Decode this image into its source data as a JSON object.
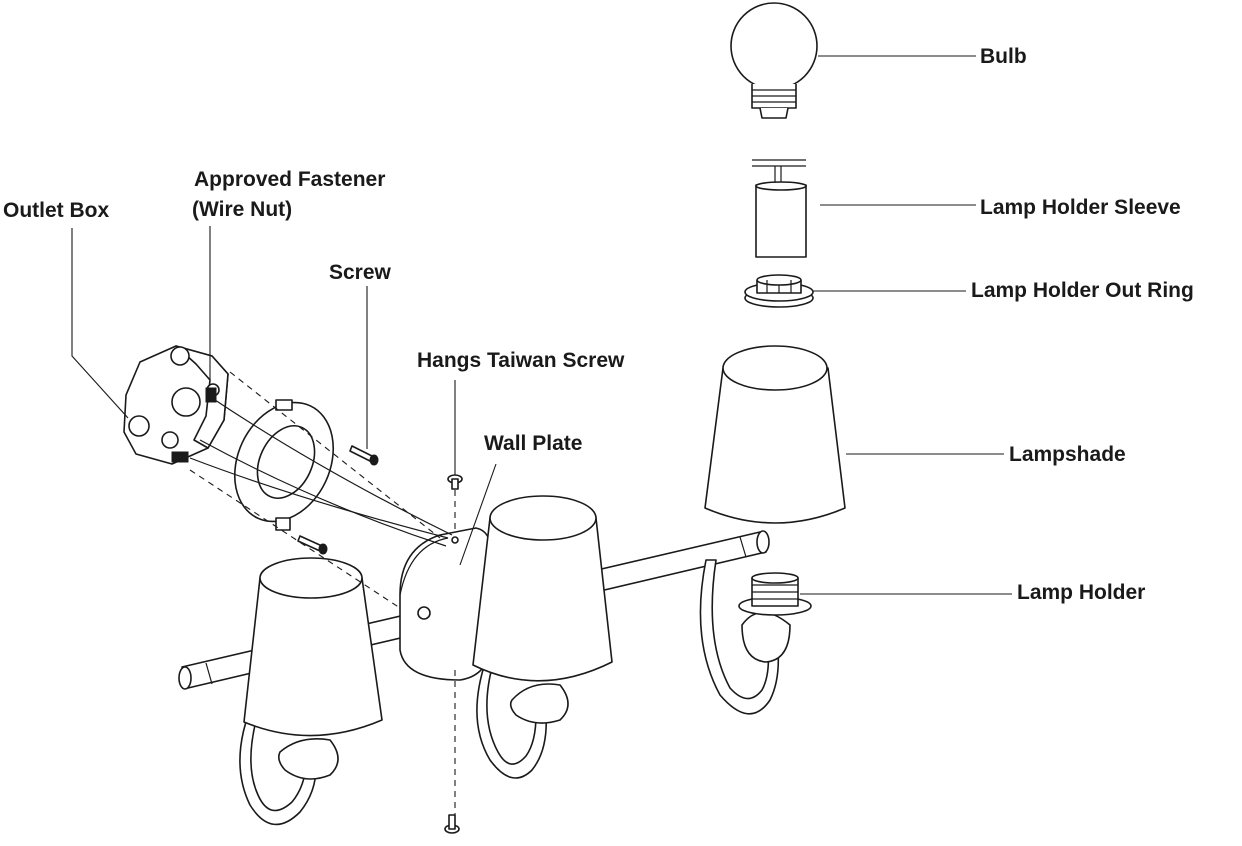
{
  "labels": {
    "bulb": "Bulb",
    "lamp_holder_sleeve": "Lamp Holder Sleeve",
    "lamp_holder_out_ring": "Lamp Holder Out Ring",
    "lampshade": "Lampshade",
    "lamp_holder": "Lamp Holder",
    "outlet_box": "Outlet Box",
    "approved_fastener_line1": "Approved Fastener",
    "approved_fastener_line2": "(Wire Nut)",
    "screw": "Screw",
    "hangs_taiwan_screw": "Hangs Taiwan Screw",
    "wall_plate": "Wall Plate"
  },
  "colors": {
    "ink": "#1a1a1a",
    "background": "#ffffff"
  }
}
